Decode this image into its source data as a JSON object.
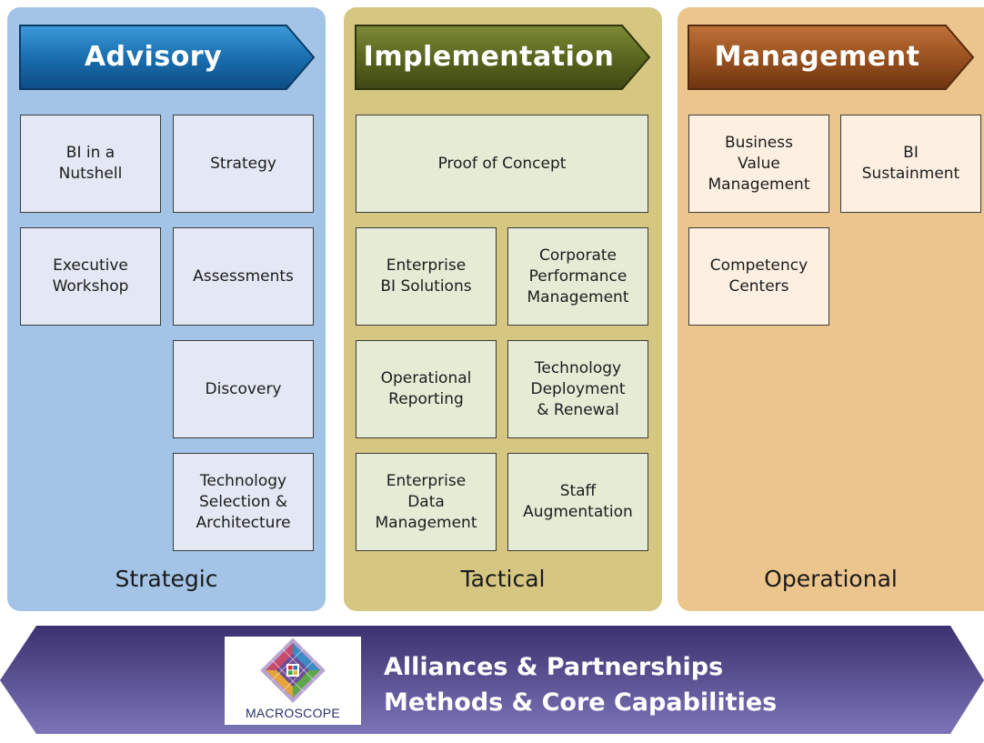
{
  "columns": {
    "advisory": {
      "title": "Advisory",
      "caption": "Strategic",
      "boxes": [
        "BI in a\nNutshell",
        "Strategy",
        "Executive\nWorkshop",
        "Assessments",
        "Discovery",
        "Technology\nSelection &\nArchitecture"
      ]
    },
    "implementation": {
      "title": "Implementation",
      "caption": "Tactical",
      "boxes": [
        "Proof of Concept",
        "Enterprise\nBI Solutions",
        "Corporate\nPerformance\nManagement",
        "Operational\nReporting",
        "Technology\nDeployment\n& Renewal",
        "Enterprise\nData\nManagement",
        "Staff\nAugmentation"
      ]
    },
    "management": {
      "title": "Management",
      "caption": "Operational",
      "boxes": [
        "Business\nValue\nManagement",
        "BI\nSustainment",
        "Competency\nCenters"
      ]
    }
  },
  "bottom": {
    "line1": "Alliances & Partnerships",
    "line2": "Methods & Core Capabilities",
    "logo_text": "MACROSCOPE"
  },
  "colors": {
    "advisory_panel": "#a3c4e6",
    "implementation_panel": "#d5c682",
    "management_panel": "#ecc58d",
    "advisory_banner": "#1b72b3",
    "implementation_banner": "#5f6a22",
    "management_banner": "#9e5320",
    "bottom_band": "#5e5496"
  }
}
